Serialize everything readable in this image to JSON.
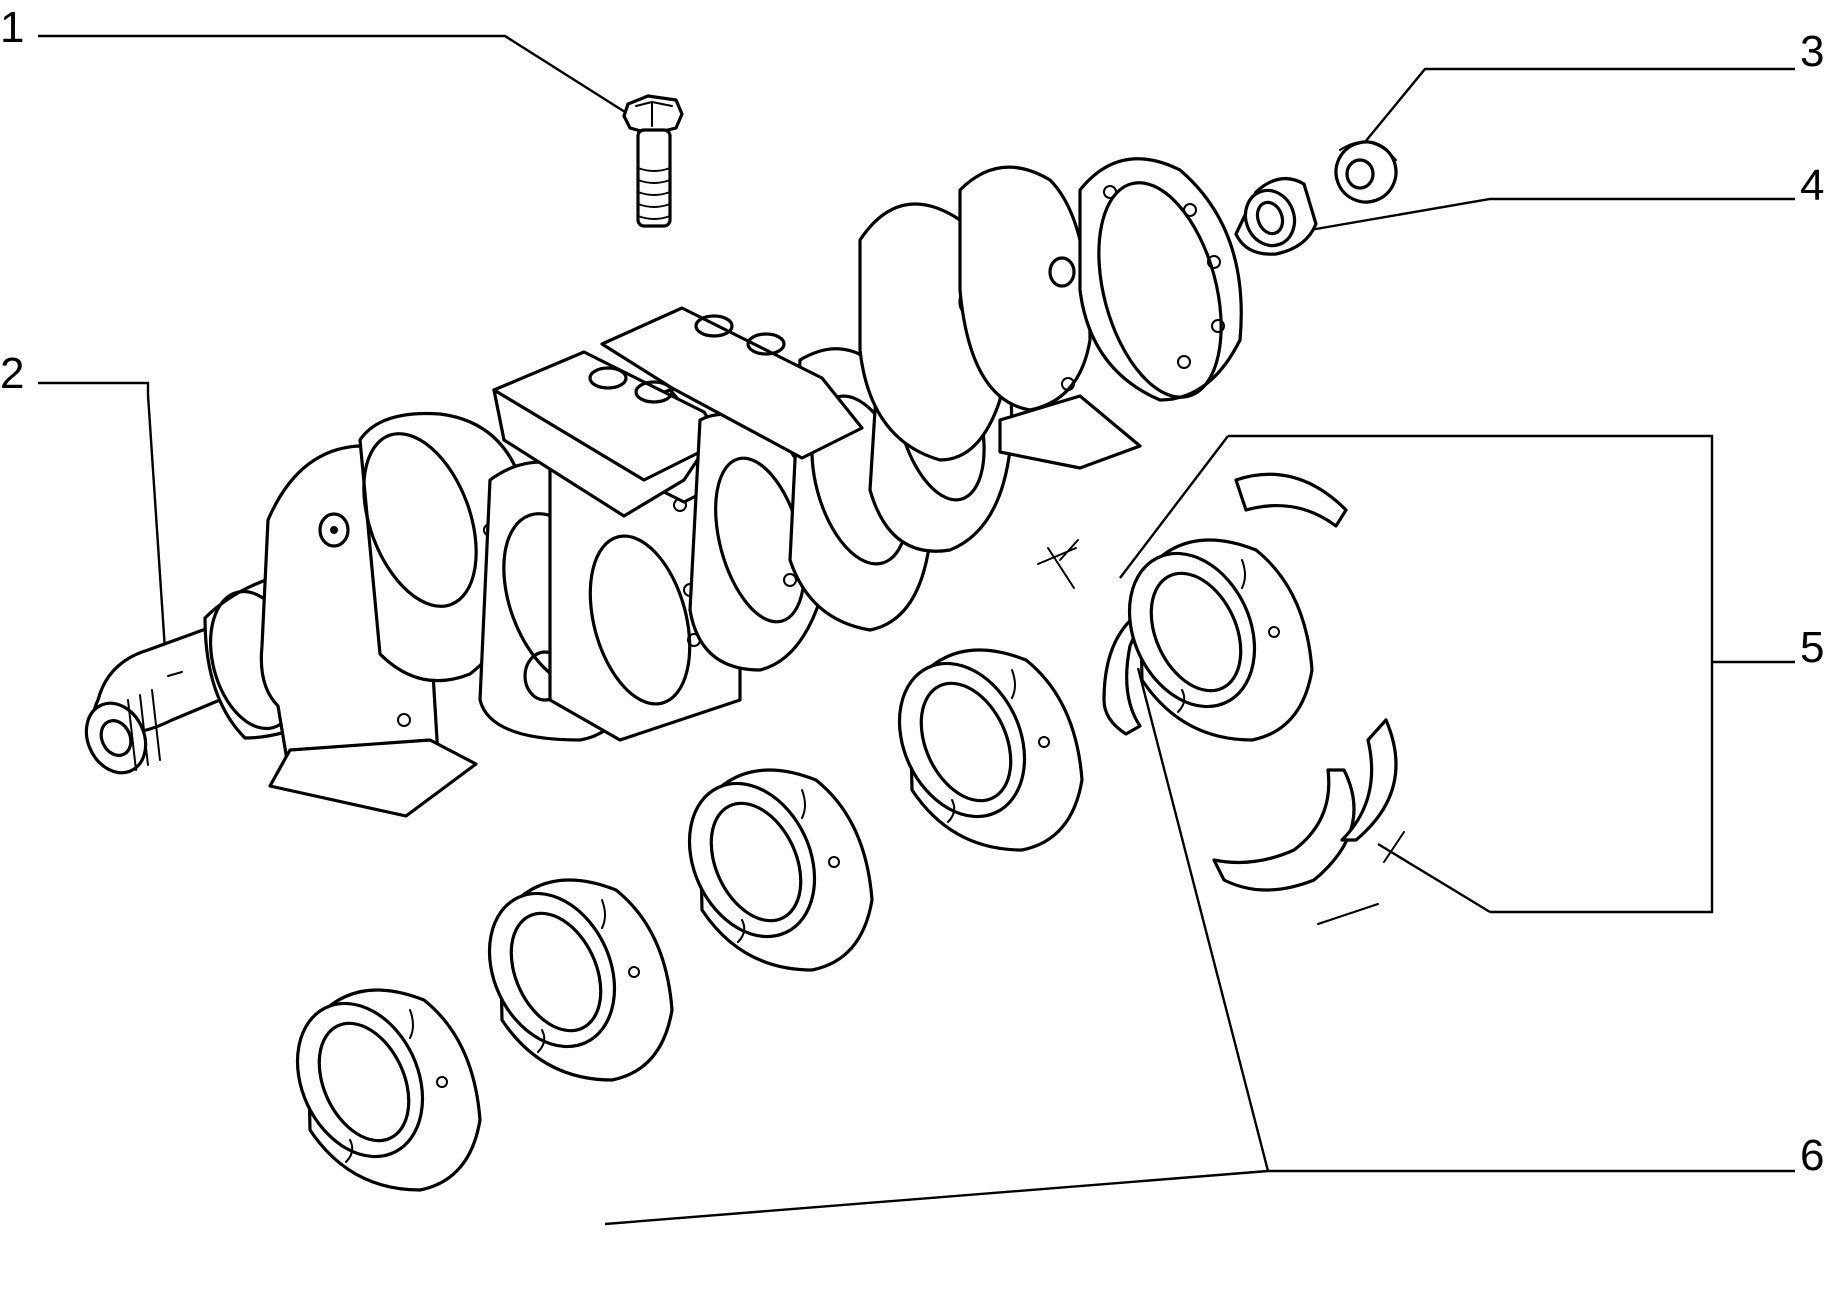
{
  "diagram": {
    "background": "#ffffff",
    "ink_color": "#000000",
    "callouts": [
      {
        "id": "1",
        "label": "1"
      },
      {
        "id": "2",
        "label": "2"
      },
      {
        "id": "3",
        "label": "3"
      },
      {
        "id": "4",
        "label": "4"
      },
      {
        "id": "5",
        "label": "5"
      },
      {
        "id": "6",
        "label": "6"
      }
    ]
  }
}
